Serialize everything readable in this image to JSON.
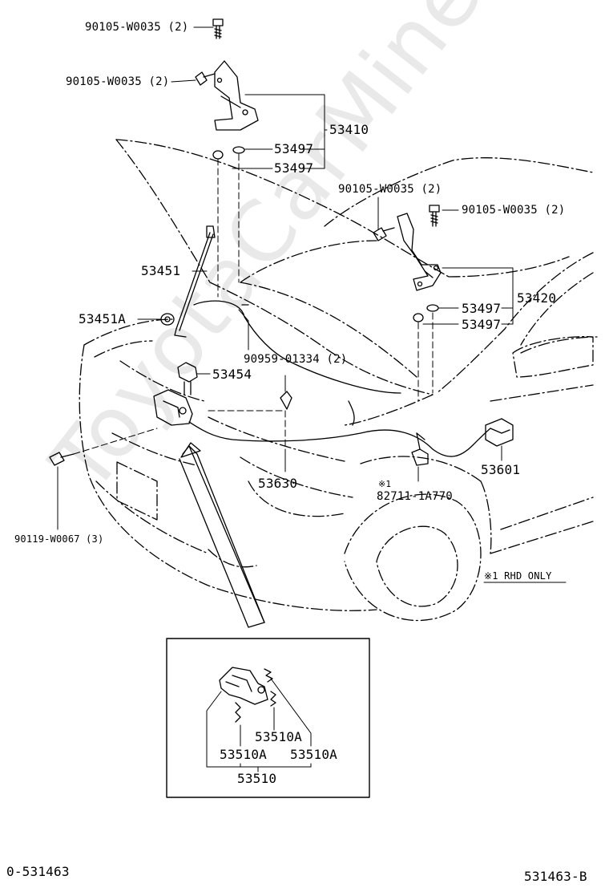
{
  "watermark": "ToyotaCarMine.ru",
  "colors": {
    "line": "#000000",
    "watermark": "#e9e9e9",
    "background": "#ffffff"
  },
  "callouts": {
    "bolt_top": "90105-W0035 (2)",
    "bolt_hinge_left": "90105-W0035 (2)",
    "hinge_left": "53410",
    "washer_a": "53497",
    "washer_b": "53497",
    "bolt_hinge_right_a": "90105-W0035 (2)",
    "bolt_hinge_right_b": "90105-W0035 (2)",
    "support_rod": "53451",
    "hinge_right": "53420",
    "washer_c": "53497",
    "washer_d": "53497",
    "rod_holder": "53451A",
    "clip": "90959-01334 (2)",
    "lock_striker": "53454",
    "release_cable": "53630",
    "release_lever": "53601",
    "note_mark": "※1",
    "switch": "82711-1A770",
    "bolt_lock": "90119-W0067 (3)",
    "rhd_note": "※1 RHD ONLY",
    "spring_a": "53510A",
    "spring_b": "53510A",
    "spring_c": "53510A",
    "lock_assy": "53510",
    "figure_left": "0-531463",
    "figure_right": "531463-B"
  }
}
